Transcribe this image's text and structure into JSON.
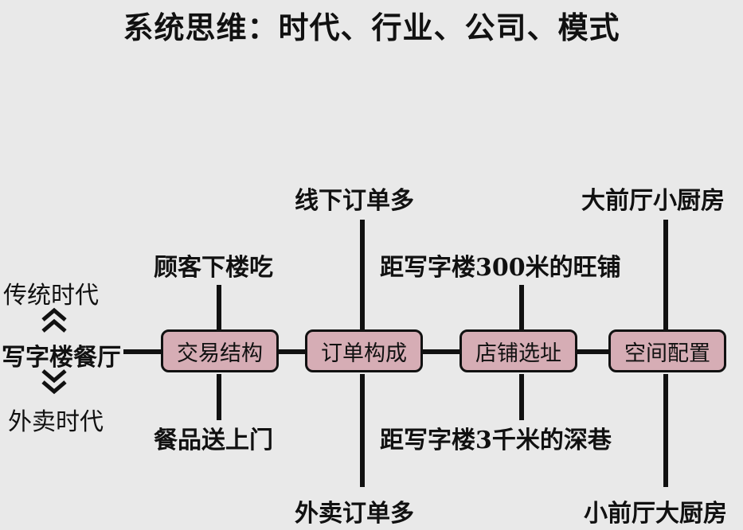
{
  "title": "系统思维：时代、行业、公司、模式",
  "left": {
    "era_top": "传统时代",
    "center": "写字楼餐厅",
    "era_bottom": "外卖时代"
  },
  "nodes": [
    {
      "label": "交易结构",
      "top": "顾客下楼吃",
      "bottom": "餐品送上门"
    },
    {
      "label": "订单构成",
      "top": "线下订单多",
      "bottom": "外卖订单多"
    },
    {
      "label": "店铺选址",
      "top": "距写字楼300米的旺铺",
      "bottom": "距写字楼3千米的深巷"
    },
    {
      "label": "空间配置",
      "top": "大前厅小厨房",
      "bottom": "小前厅大厨房"
    }
  ],
  "colors": {
    "box_fill": "#d6adb5",
    "background": "#e9e9e9",
    "line": "#111111"
  },
  "icons": [
    "chevron-up-double-icon",
    "chevron-down-double-icon"
  ]
}
